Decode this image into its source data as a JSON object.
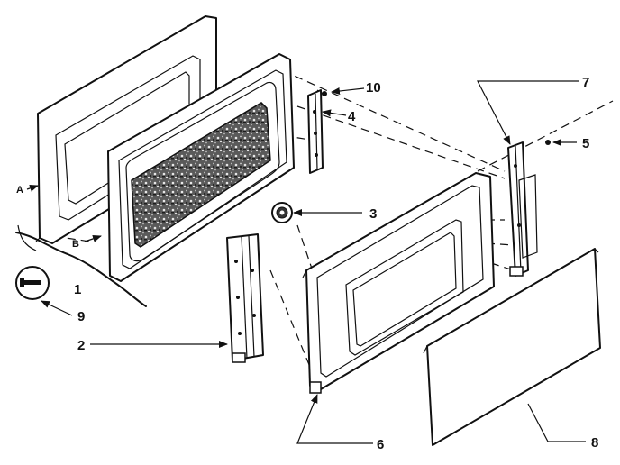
{
  "labels": {
    "a": "A",
    "b": "B",
    "p1": "1",
    "p2": "2",
    "p3": "3",
    "p4": "4",
    "p5": "5",
    "p6": "6",
    "p7": "7",
    "p8": "8",
    "p9": "9",
    "p10": "10"
  }
}
